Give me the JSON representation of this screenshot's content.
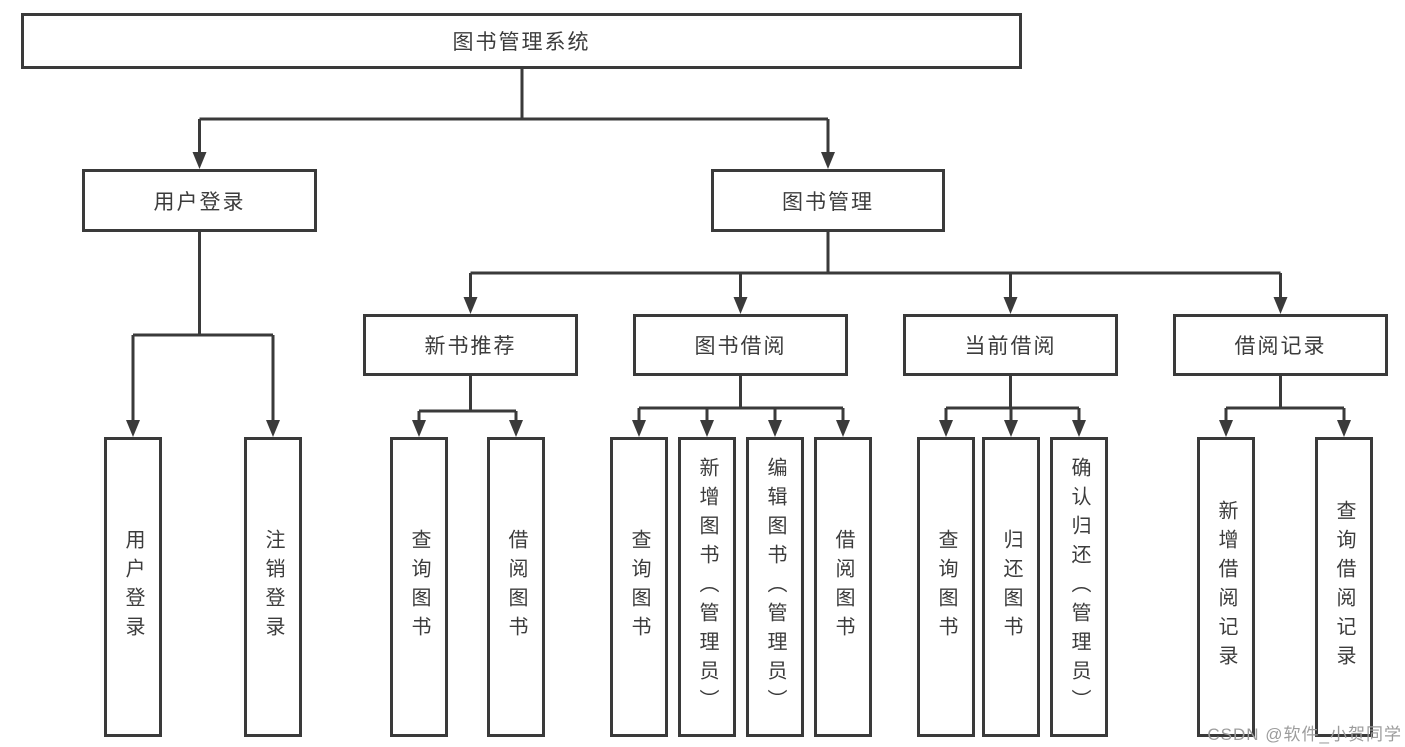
{
  "diagram": {
    "root": {
      "label": "图书管理系统"
    },
    "branches": [
      {
        "label": "用户登录"
      },
      {
        "label": "图书管理"
      }
    ],
    "groups": [
      {
        "label": "新书推荐"
      },
      {
        "label": "图书借阅"
      },
      {
        "label": "当前借阅"
      },
      {
        "label": "借阅记录"
      }
    ],
    "leaves": {
      "login": [
        {
          "label": "用户登录"
        },
        {
          "label": "注销登录"
        }
      ],
      "newbook": [
        {
          "label": "查询图书"
        },
        {
          "label": "借阅图书"
        }
      ],
      "borrow": [
        {
          "label": "查询图书"
        },
        {
          "label": "新增图书（管理员）"
        },
        {
          "label": "编辑图书（管理员）"
        },
        {
          "label": "借阅图书"
        }
      ],
      "current": [
        {
          "label": "查询图书"
        },
        {
          "label": "归还图书"
        },
        {
          "label": "确认归还（管理员）"
        }
      ],
      "record": [
        {
          "label": "新增借阅记录"
        },
        {
          "label": "查询借阅记录"
        }
      ]
    }
  },
  "watermark": {
    "text": "CSDN @软件_小贺同学"
  },
  "colors": {
    "line": "#3a3a3a",
    "text": "#3c3c3c",
    "box_fill": "#ffffff",
    "watermark": "#9c9c9c"
  }
}
